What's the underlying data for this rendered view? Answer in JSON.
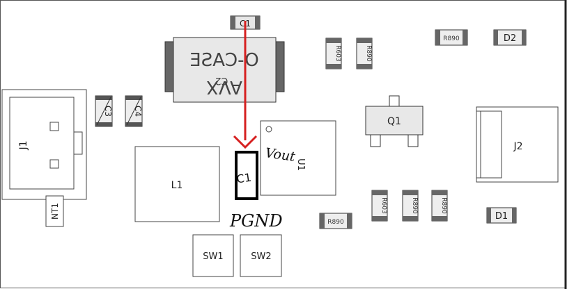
{
  "labels": {
    "c1_top": "C1",
    "c2_case": "O-CASE",
    "c2_avx": "AVX",
    "c2_ref": "C2",
    "c3": "C3",
    "c4": "C4",
    "j1": "J1",
    "nt1": "NT1",
    "l1": "L1",
    "c1_marked": "C1",
    "u1": "U1",
    "q1": "Q1",
    "j2": "J2",
    "d1": "D1",
    "d2": "D2",
    "sw1": "SW1",
    "sw2": "SW2",
    "r_top1": "R603",
    "r_top2": "R890",
    "r_top3": "R890",
    "r_bot1": "R890",
    "r_bot2": "R603",
    "r_bot3": "R890",
    "r_bot4": "R890"
  },
  "annotations": {
    "vout": "Vout",
    "pgnd": "PGND",
    "arrow_color": "#d62020",
    "highlight_color": "#000000"
  }
}
